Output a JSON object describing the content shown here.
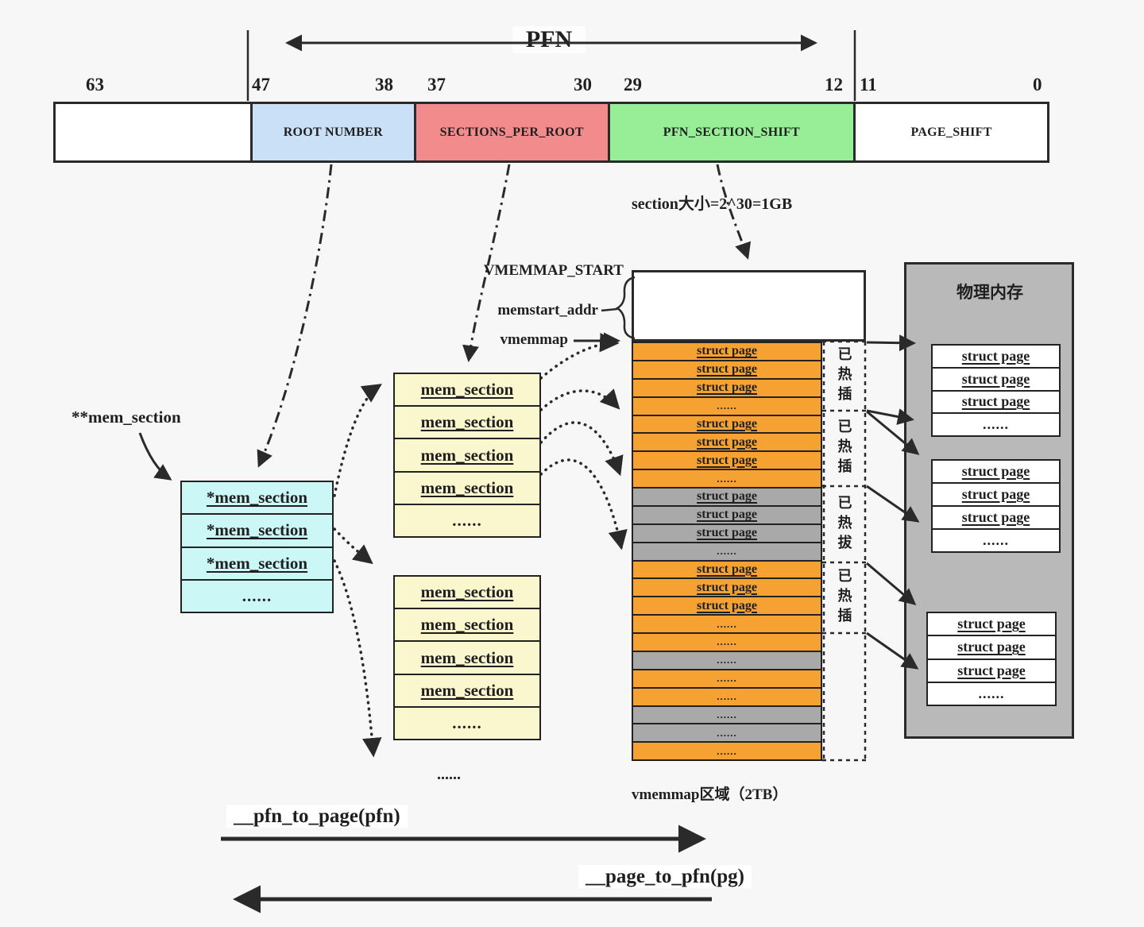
{
  "bitfield": {
    "pfn_label": "PFN",
    "ticks": [
      "63",
      "47",
      "38",
      "37",
      "30",
      "29",
      "12",
      "11",
      "0"
    ],
    "sections": [
      {
        "label": ""
      },
      {
        "label": "ROOT NUMBER"
      },
      {
        "label": "SECTIONS_PER_ROOT"
      },
      {
        "label": "PFN_SECTION_SHIFT"
      },
      {
        "label": "PAGE_SHIFT"
      }
    ]
  },
  "annotations": {
    "section_size": "section大小=2^30=1GB",
    "vmemmap_start": "VMEMMAP_START",
    "memstart_addr": "memstart_addr",
    "vmemmap": "vmemmap",
    "mem_section_ptr": "**mem_section",
    "ellipsis": "......",
    "vmemmap_region": "vmemmap区域（2TB）",
    "pfn_to_page": "__pfn_to_page(pfn)",
    "page_to_pfn": "__page_to_pfn(pg)"
  },
  "root_table": {
    "rows": [
      "*mem_section",
      "*mem_section",
      "*mem_section",
      "......"
    ]
  },
  "section_tables": [
    {
      "rows": [
        "mem_section",
        "mem_section",
        "mem_section",
        "mem_section",
        "......"
      ]
    },
    {
      "rows": [
        "mem_section",
        "mem_section",
        "mem_section",
        "mem_section",
        "......"
      ]
    }
  ],
  "vmemmap_column": {
    "rows": [
      {
        "text": "struct page",
        "cls": "orange"
      },
      {
        "text": "struct page",
        "cls": "orange"
      },
      {
        "text": "struct page",
        "cls": "orange"
      },
      {
        "text": "......",
        "cls": "orange"
      },
      {
        "text": "struct page",
        "cls": "orange"
      },
      {
        "text": "struct page",
        "cls": "orange"
      },
      {
        "text": "struct page",
        "cls": "orange"
      },
      {
        "text": "......",
        "cls": "orange"
      },
      {
        "text": "struct page",
        "cls": "gray"
      },
      {
        "text": "struct page",
        "cls": "gray"
      },
      {
        "text": "struct page",
        "cls": "gray"
      },
      {
        "text": "......",
        "cls": "gray"
      },
      {
        "text": "struct page",
        "cls": "orange"
      },
      {
        "text": "struct page",
        "cls": "orange"
      },
      {
        "text": "struct page",
        "cls": "orange"
      },
      {
        "text": "......",
        "cls": "orange"
      },
      {
        "text": "......",
        "cls": "orange"
      },
      {
        "text": "......",
        "cls": "gray"
      },
      {
        "text": "......",
        "cls": "orange"
      },
      {
        "text": "......",
        "cls": "orange"
      },
      {
        "text": "......",
        "cls": "gray"
      },
      {
        "text": "......",
        "cls": "gray"
      },
      {
        "text": "......",
        "cls": "orange"
      }
    ],
    "zone_labels": [
      "已热插",
      "已热插",
      "已热拔",
      "已热插",
      ""
    ]
  },
  "physmem": {
    "title": "物理内存",
    "groups": [
      {
        "rows": [
          "struct page",
          "struct page",
          "struct page",
          "......"
        ]
      },
      {
        "rows": [
          "struct page",
          "struct page",
          "struct page",
          "......"
        ]
      },
      {
        "rows": [
          "struct page",
          "struct page",
          "struct page",
          "......"
        ]
      }
    ]
  },
  "colors": {
    "background": "#f7f7f7",
    "root_number": "#c9e0f6",
    "sections_per_root": "#f28c8c",
    "pfn_section_shift": "#97ee97",
    "page_shift": "#ffffff",
    "root_table": "#ccf7f7",
    "section_table": "#faf6cd",
    "hot_added": "#f6a233",
    "hot_removed": "#a9a9a9",
    "physmem_box": "#b9b9b9",
    "line": "#2a2a2a"
  }
}
